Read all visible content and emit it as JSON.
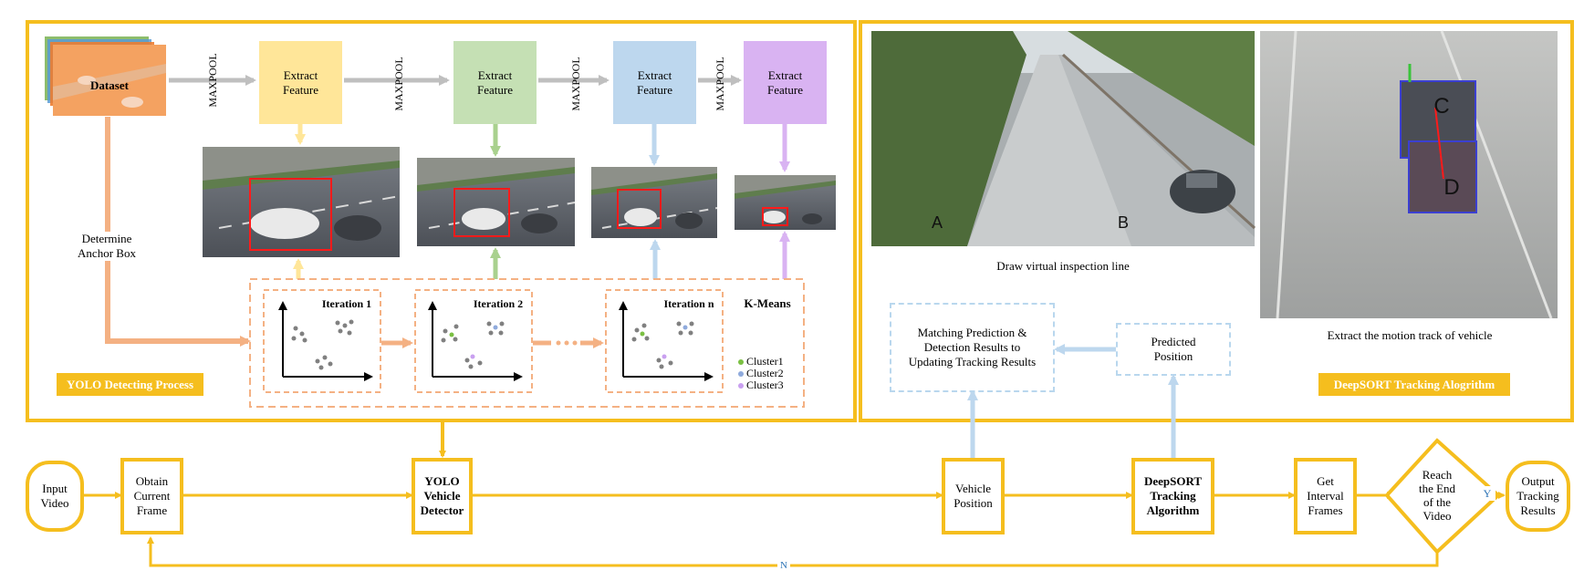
{
  "yolo_panel": {
    "dataset_label": "Dataset",
    "maxpool_label": "MAXPOOL",
    "extract_feature_label": "Extract\nFeature",
    "anchor_label": "Determine\nAnchor Box",
    "iterations": [
      "Iteration 1",
      "Iteration 2",
      "Iteration n"
    ],
    "kmeans_label": "K-Means",
    "clusters": [
      "Cluster1",
      "Cluster2",
      "Cluster3"
    ],
    "process_tag": "YOLO Detecting Process"
  },
  "deepsort_panel": {
    "point_a": "A",
    "point_b": "B",
    "point_c": "C",
    "point_d": "D",
    "caption_line": "Draw virtual inspection line",
    "caption_track": "Extract the motion track of vehicle",
    "matching_box": "Matching Prediction &\nDetection Results to\nUpdating Tracking Results",
    "predicted_box": "Predicted\nPosition",
    "algorithm_tag": "DeepSORT Tracking Alogrithm"
  },
  "flow": {
    "input": "Input\nVideo",
    "obtain": "Obtain\nCurrent\nFrame",
    "yolo": "YOLO\nVehicle\nDetector",
    "vehicle_position": "Vehicle\nPosition",
    "deepsort": "DeepSORT\nTracking\nAlgorithm",
    "interval": "Get\nInterval\nFrames",
    "decision": "Reach\nthe End\nof the\nVideo",
    "output": "Output\nTracking\nResults",
    "yes_label": "Y",
    "no_label": "N"
  },
  "colors": {
    "frame": "#F5BE1E",
    "feature_yellow": "#FFE699",
    "feature_green": "#C5E0B4",
    "feature_blue": "#BDD7EE",
    "feature_purple": "#D9B3F2",
    "anchor_orange": "#F4B183",
    "cluster1": "#7BC043",
    "cluster2": "#8FAADC",
    "cluster3": "#C9A0F0"
  }
}
